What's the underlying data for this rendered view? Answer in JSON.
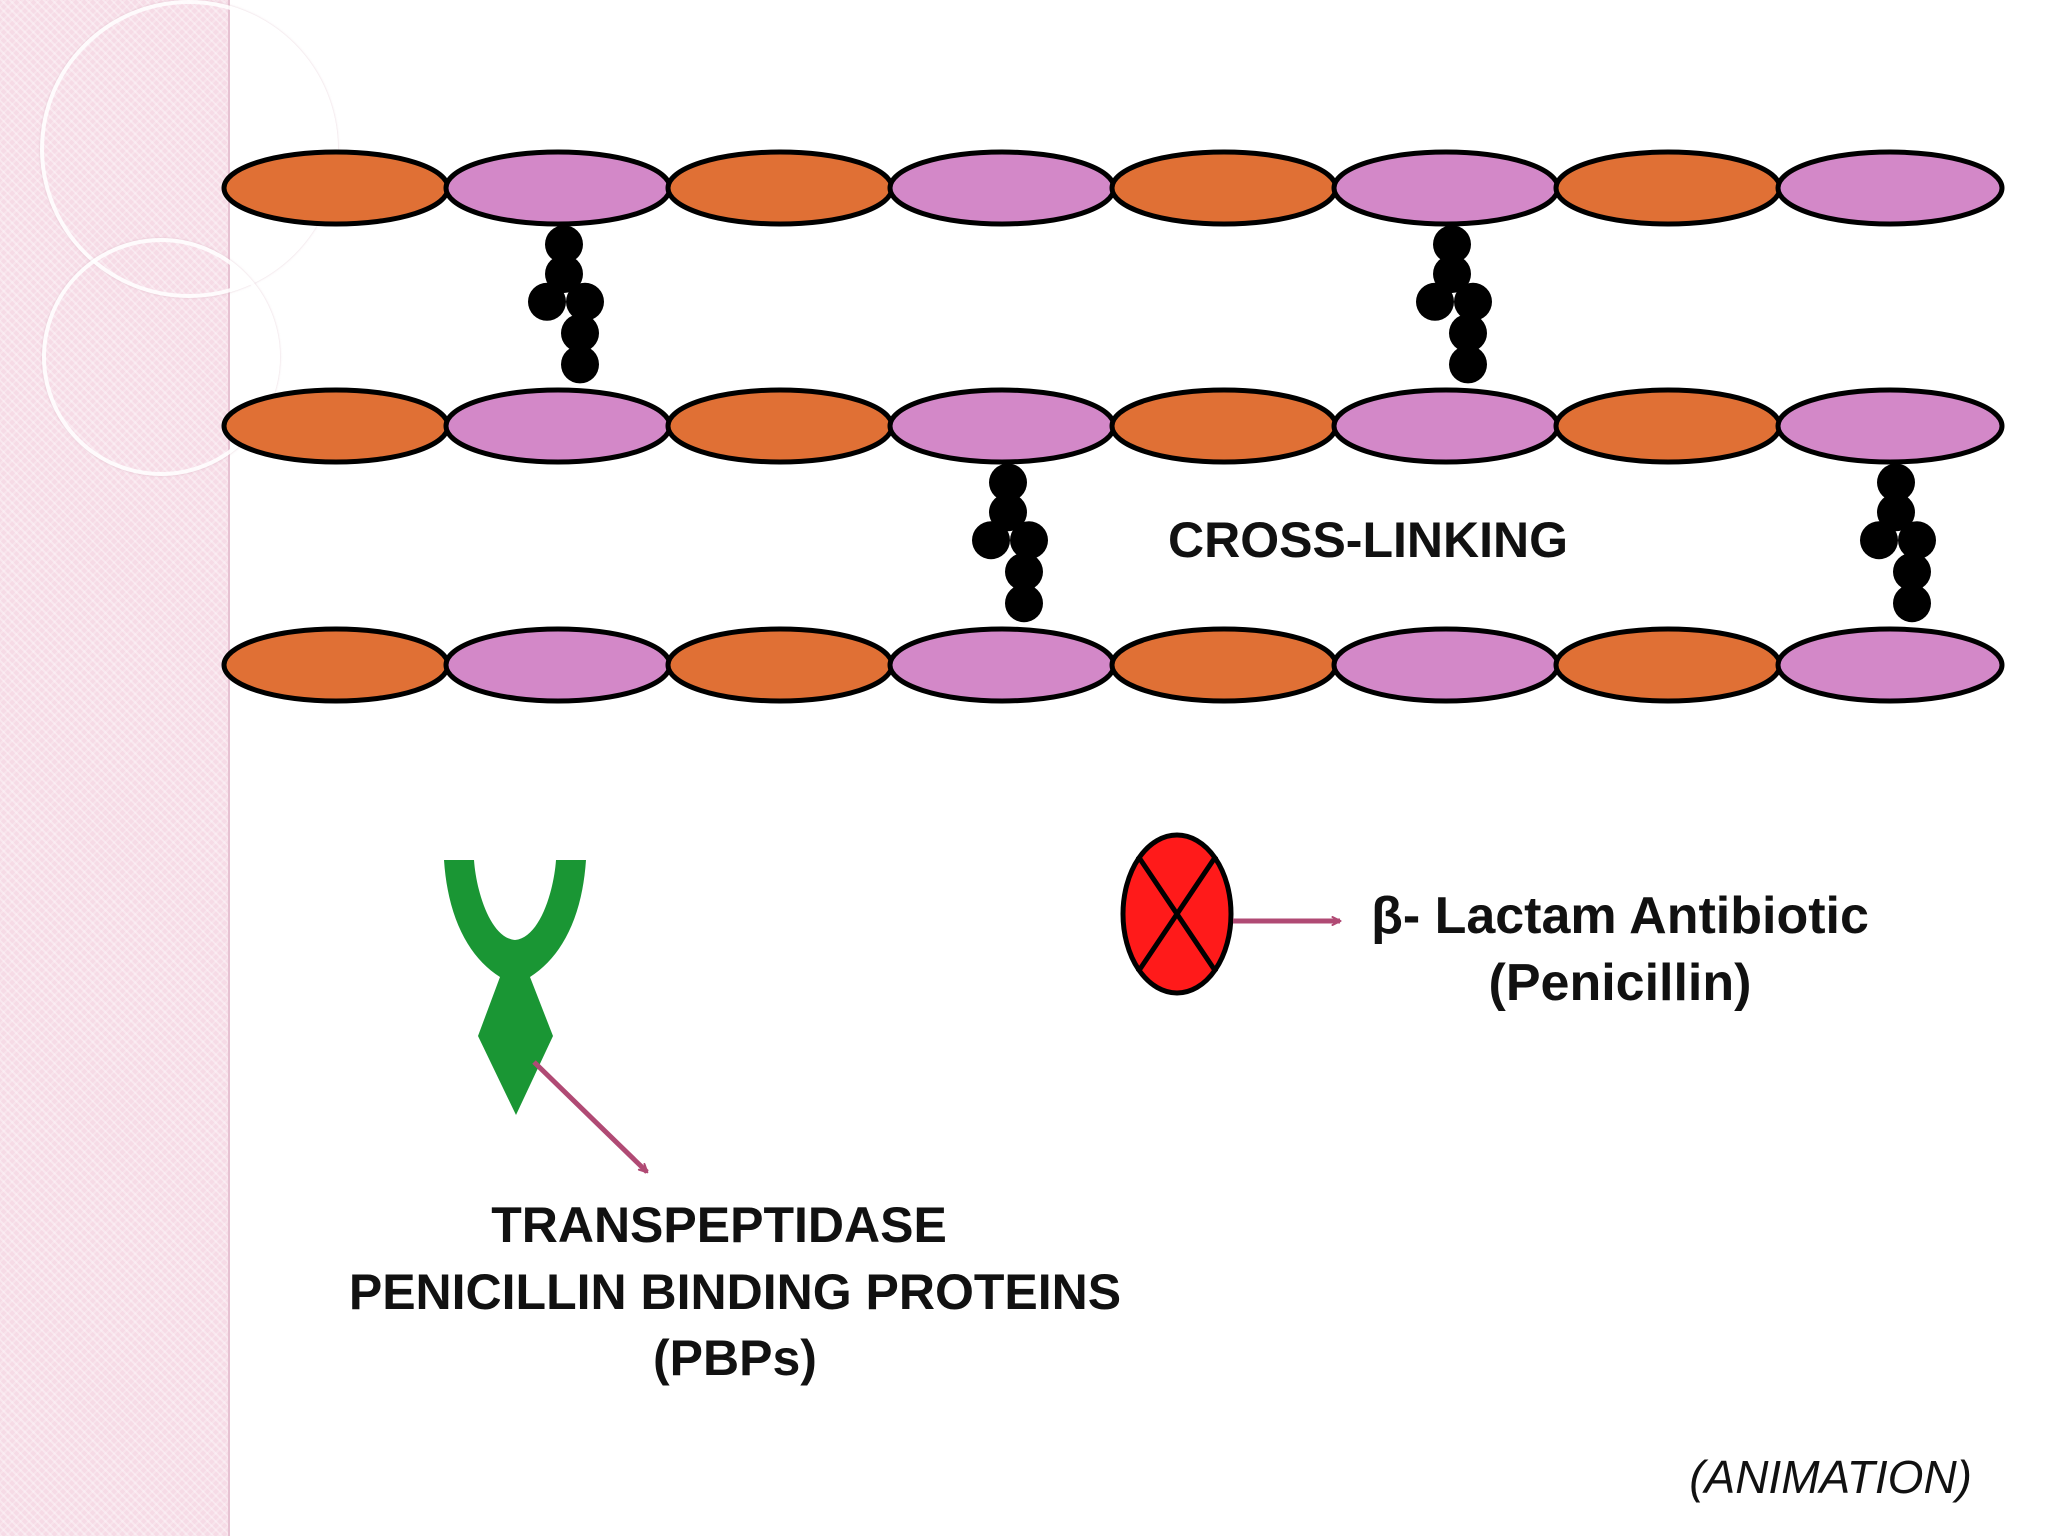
{
  "labels": {
    "cross_linking": "CROSS-LINKING",
    "antibiotic_line1": "β- Lactam Antibiotic",
    "antibiotic_line2": "(Penicillin)",
    "enzyme_line1": "TRANSPEPTIDASE",
    "enzyme_line2": "PENICILLIN BINDING PROTEINS",
    "enzyme_line3": "(PBPs)",
    "footer": "(ANIMATION)"
  },
  "colors": {
    "orange_unit": "#e07035",
    "pink_unit": "#d388c8",
    "outline": "#000000",
    "crosslink_bead": "#000000",
    "enzyme_green": "#1a9634",
    "antibiotic_red": "#ff1a1a",
    "arrow": "#b04a74",
    "sidebar": "#f6dbe6"
  },
  "strands": [
    {
      "units": [
        "orange",
        "pink",
        "orange",
        "pink",
        "orange",
        "pink",
        "orange",
        "pink"
      ]
    },
    {
      "units": [
        "orange",
        "pink",
        "orange",
        "pink",
        "orange",
        "pink",
        "orange",
        "pink"
      ]
    },
    {
      "units": [
        "orange",
        "pink",
        "orange",
        "pink",
        "orange",
        "pink",
        "orange",
        "pink"
      ]
    }
  ],
  "crosslinks": [
    {
      "between": [
        0,
        1
      ],
      "unit": 1
    },
    {
      "between": [
        0,
        1
      ],
      "unit": 5
    },
    {
      "between": [
        1,
        2
      ],
      "unit": 3
    },
    {
      "between": [
        1,
        2
      ],
      "unit": 7
    }
  ],
  "icons": {
    "enzyme": "transpeptidase-icon",
    "antibiotic": "beta-lactam-icon"
  }
}
